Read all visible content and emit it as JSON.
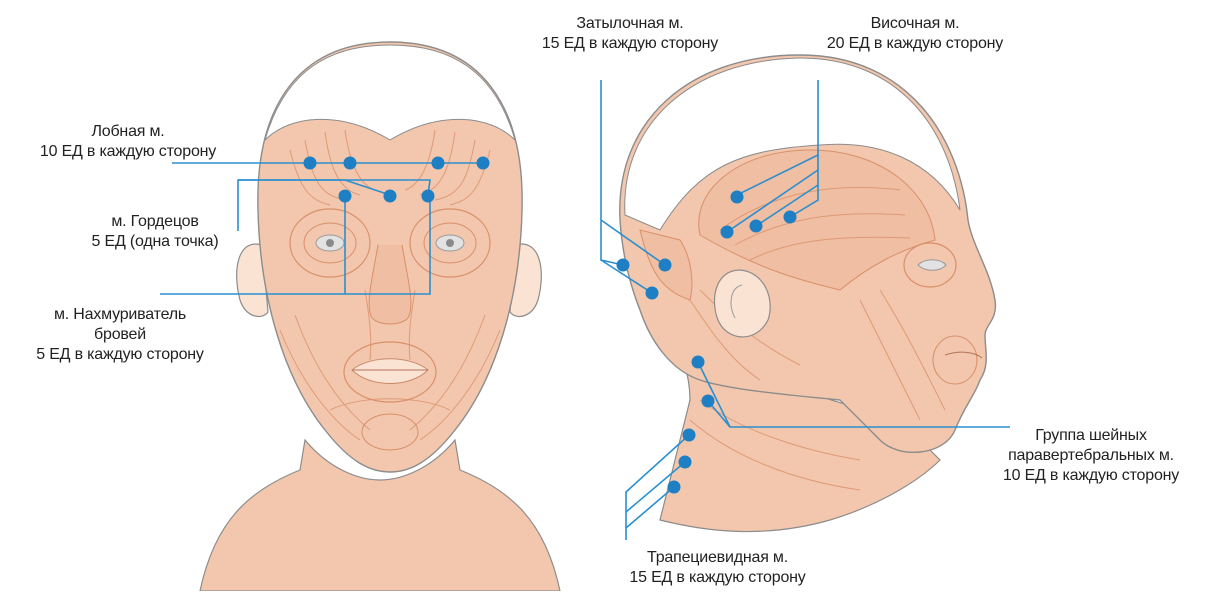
{
  "labels": {
    "frontalis": {
      "line1": "Лобная м.",
      "line2": "10 ЕД в каждую сторону"
    },
    "procerus": {
      "line1": "м. Гордецов",
      "line2": "5 ЕД (одна точка)"
    },
    "corrugator": {
      "line1": "м. Нахмуриватель",
      "line2": "бровей",
      "line3": "5 ЕД в каждую сторону"
    },
    "occipital": {
      "line1": "Затылочная м.",
      "line2": "15 ЕД в каждую сторону"
    },
    "temporal": {
      "line1": "Височная м.",
      "line2": "20 ЕД в каждую сторону"
    },
    "sternocleido": {
      "line1": "Группа шейных",
      "line2": "паравертебральных м.",
      "line3": "10 ЕД в каждую сторону"
    },
    "trapezius": {
      "line1": "Трапециевидная м.",
      "line2": "15 ЕД в каждую сторону"
    }
  },
  "colors": {
    "muscle_fill": "#f3c7ad",
    "muscle_line": "#d98f6a",
    "skin_fill": "#fbe3d3",
    "outline": "#8c8c8c",
    "injection_dot": "#1e7fc4",
    "leader_line": "#2a8fd0",
    "background": "#ffffff"
  },
  "icons": {
    "injection_point": "blue-dot-icon"
  }
}
